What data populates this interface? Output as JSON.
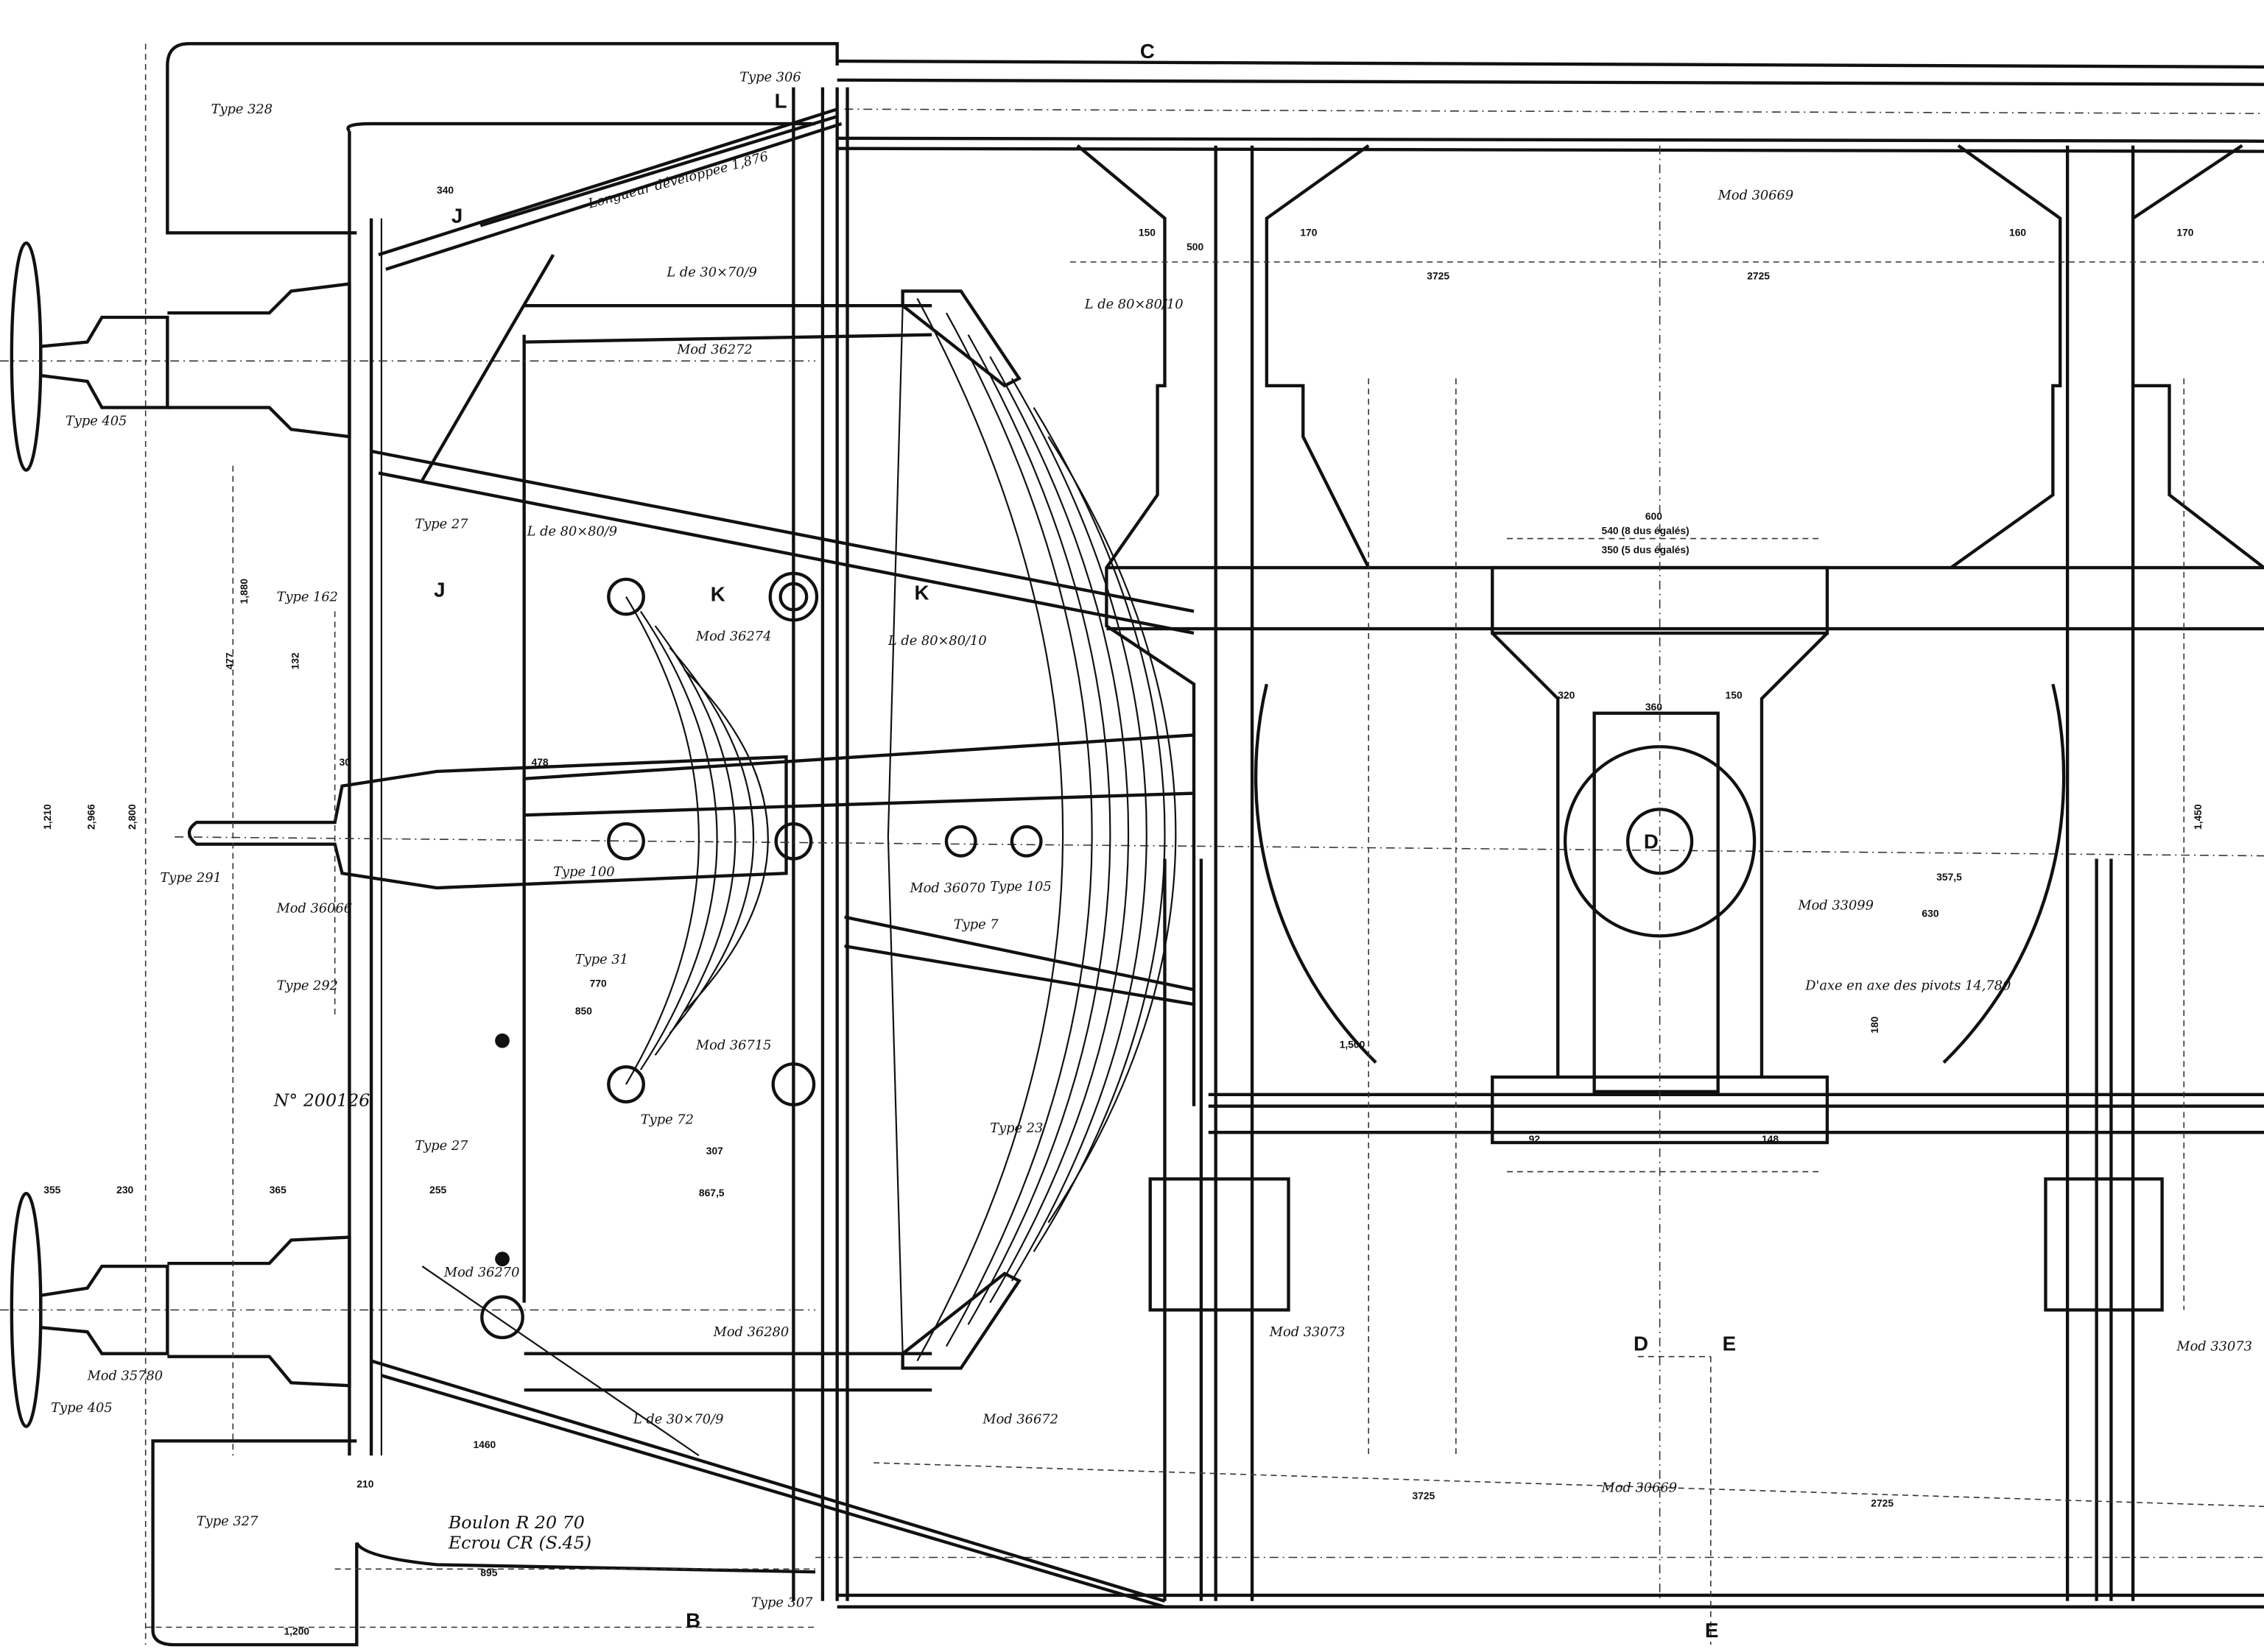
{
  "drawing": {
    "letters": {
      "C": "C",
      "L": "L",
      "J1": "J",
      "J2": "J",
      "K1": "K",
      "K2": "K",
      "D": "D",
      "D2": "D",
      "E": "E",
      "E2": "E",
      "B": "B"
    },
    "labels": {
      "type306": "Type 306",
      "type328": "Type 328",
      "type405a": "Type 405",
      "type405b": "Type 405",
      "type27a": "Type 27",
      "type27b": "Type 27",
      "type162": "Type 162",
      "type291": "Type 291",
      "type292": "Type 292",
      "type327": "Type 327",
      "type307": "Type 307",
      "type72": "Type 72",
      "type100": "Type 100",
      "type105": "Type 105",
      "type7": "Type 7",
      "type23": "Type 23",
      "type31": "Type 31",
      "mod36272": "Mod 36272",
      "mod36274": "Mod 36274",
      "mod36066": "Mod 36066",
      "mod30669a": "Mod 30669",
      "mod30669b": "Mod 30669",
      "mod33099": "Mod 33099",
      "mod33073a": "Mod 33073",
      "mod33073b": "Mod 33073",
      "mod36070": "Mod 36070",
      "mod36715": "Mod 36715",
      "mod35780": "Mod 35780",
      "mod36672": "Mod 36672",
      "mod36280": "Mod 36280",
      "mod36270": "Mod 36270",
      "serial": "N° 200126",
      "longueur": "Longueur développée 1,876",
      "angle1": "L de 30×70/9",
      "angle2": "L de 80×80/10",
      "angle3": "L de 80×80/9",
      "angle4": "L de 80×80/10",
      "angle5": "L de 30×70/9",
      "boulon": "Boulon R 20 70",
      "ecrou": "Ecrou CR (S.45)",
      "entraxe": "D'axe en axe des pivots 14,780"
    },
    "dims": [
      "340",
      "30",
      "1,210",
      "2,966",
      "2,800",
      "1,880",
      "477",
      "132",
      "478",
      "770",
      "850",
      "307",
      "867,5",
      "355",
      "230",
      "365",
      "255",
      "1460",
      "210",
      "895",
      "1,200",
      "3725",
      "2725",
      "3725",
      "2725",
      "150",
      "170",
      "500",
      "160",
      "170",
      "600",
      "540 (8 dus égalés)",
      "350 (5 dus égalés)",
      "320",
      "360",
      "150",
      "1,500",
      "1,450",
      "357,5",
      "630",
      "180",
      "92",
      "148"
    ]
  }
}
